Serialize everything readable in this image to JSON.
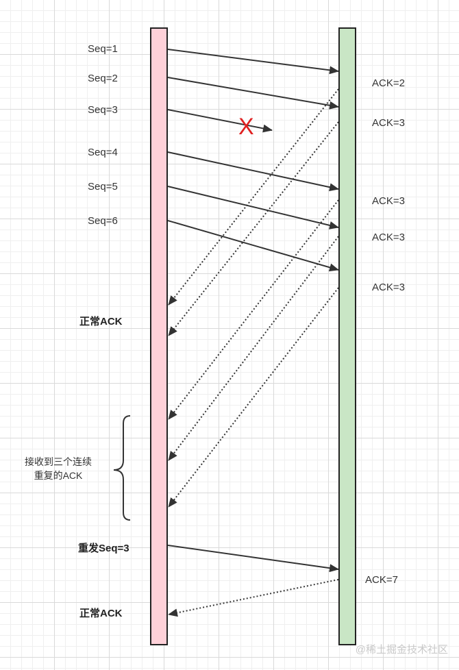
{
  "sender": {
    "fill": "#ffd1d9"
  },
  "receiver": {
    "fill": "#c9e6c5"
  },
  "seq_labels": [
    "Seq=1",
    "Seq=2",
    "Seq=3",
    "Seq=4",
    "Seq=5",
    "Seq=6"
  ],
  "ack_labels": [
    "ACK=2",
    "ACK=3",
    "ACK=3",
    "ACK=3",
    "ACK=3"
  ],
  "lost_mark": "X",
  "left_notes": {
    "normal_ack_1": "正常ACK",
    "triple_dup_line1": "接收到三个连续",
    "triple_dup_line2": "重复的ACK",
    "resend": "重发Seq=3",
    "normal_ack_2": "正常ACK"
  },
  "final_ack": "ACK=7",
  "watermark": "@稀土掘金技术社区",
  "colors": {
    "arrow": "#333333",
    "lost": "#e02020"
  }
}
